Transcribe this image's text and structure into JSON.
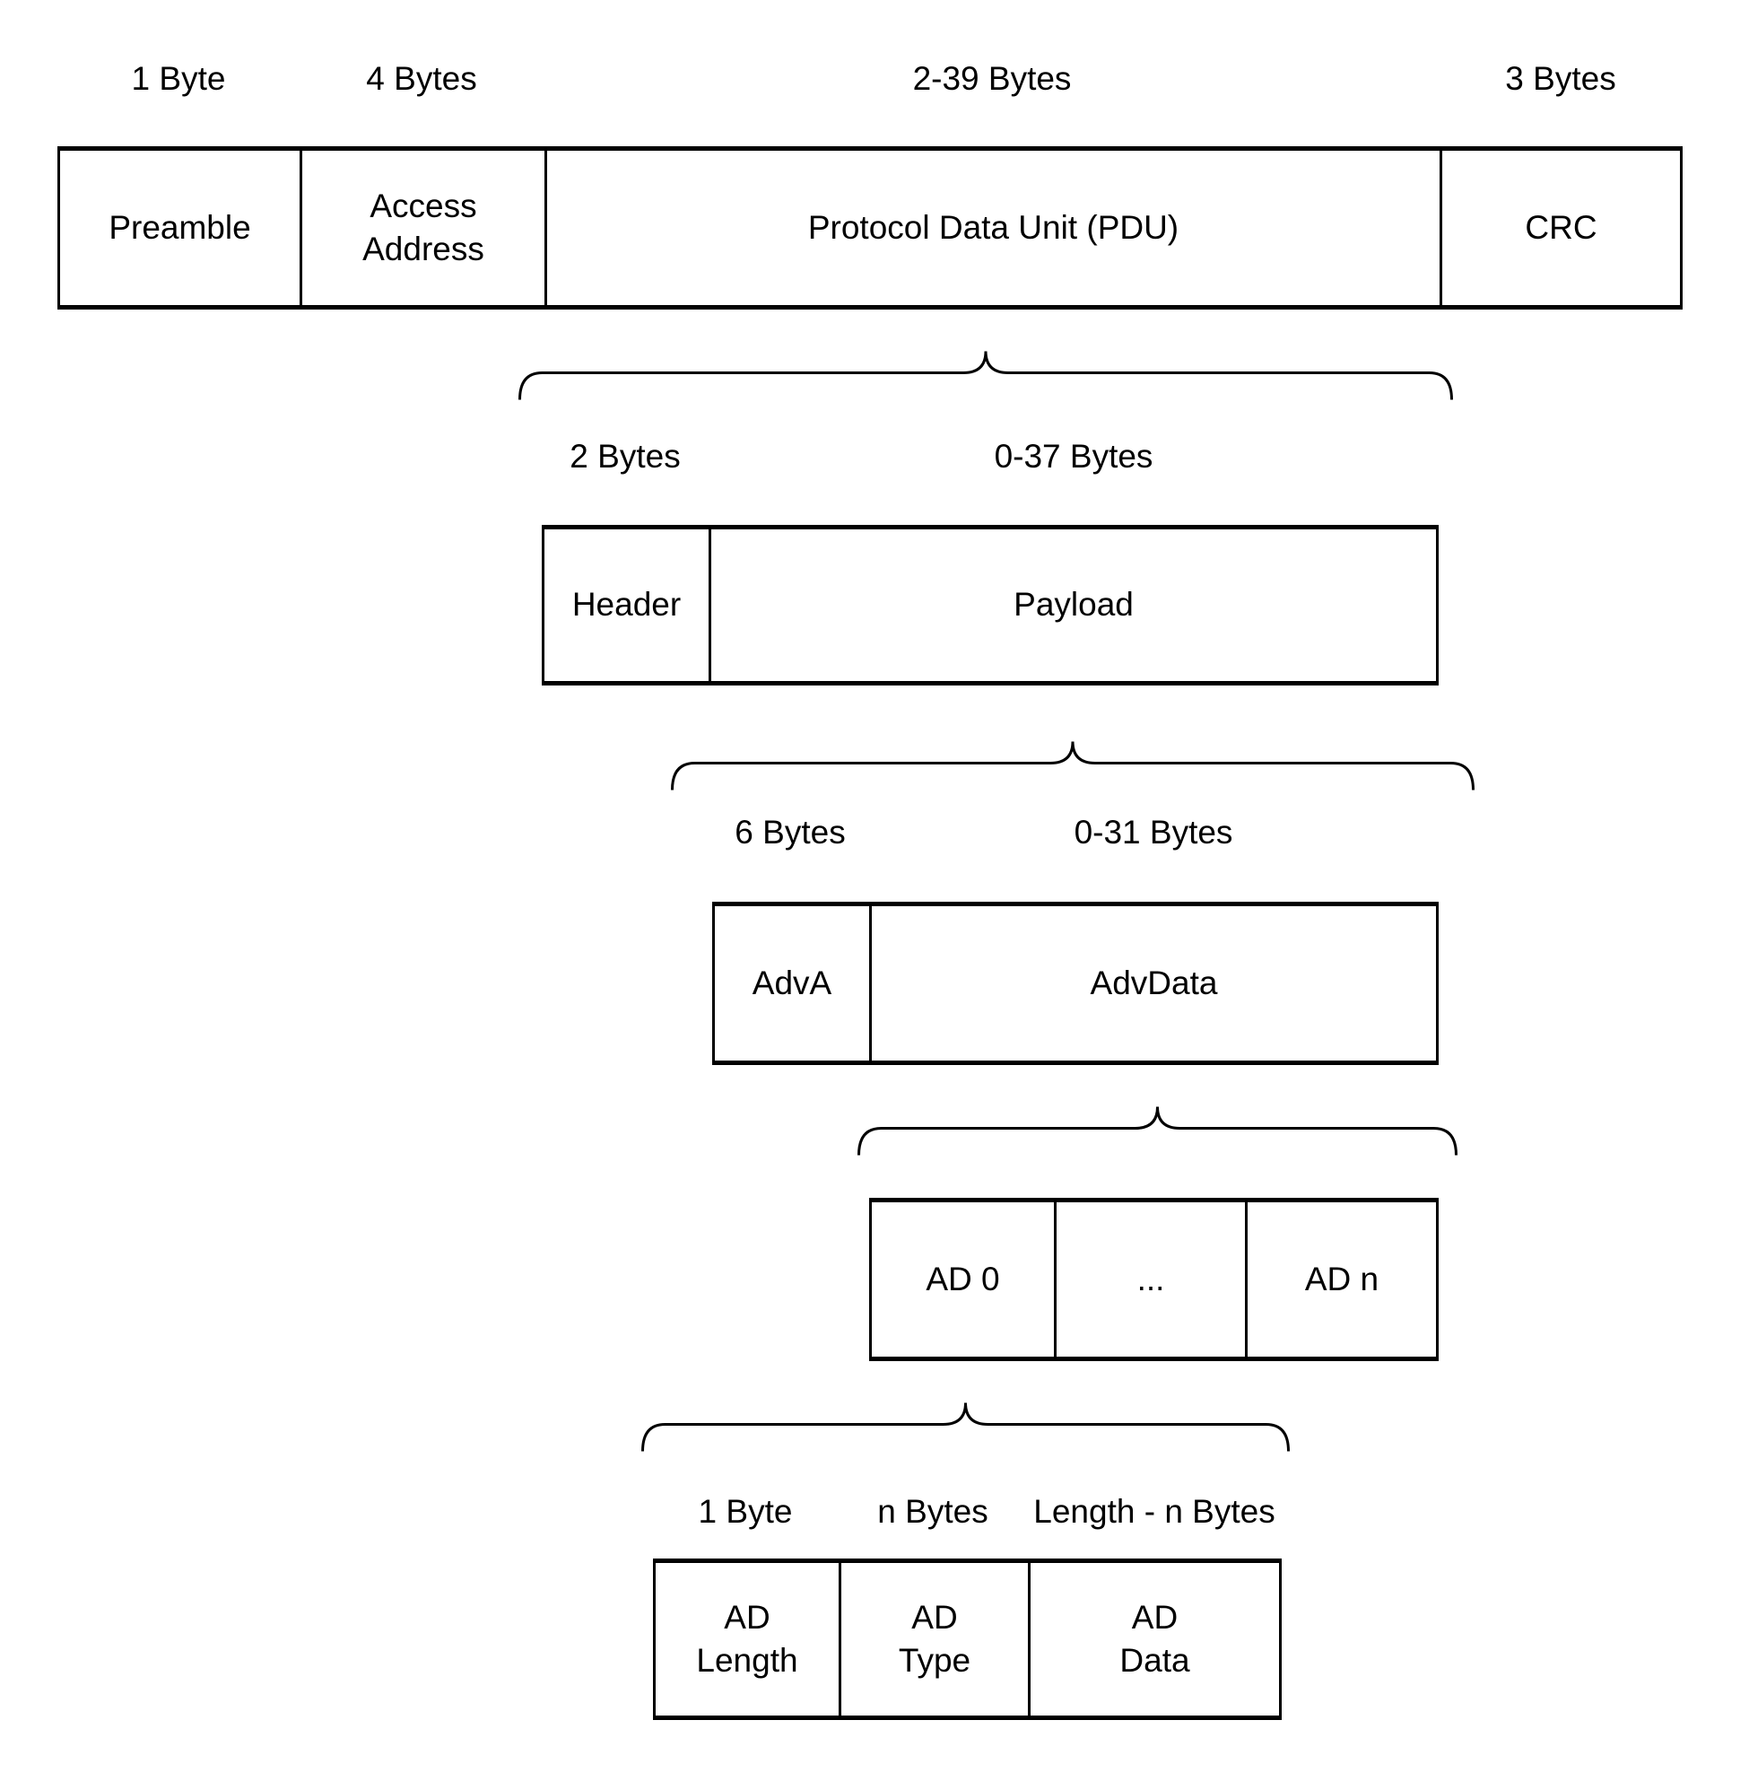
{
  "diagram": {
    "title_semantics": "BLE advertising packet structure breakdown",
    "colors": {
      "background": "#ffffff",
      "line": "#000000",
      "text": "#000000"
    },
    "packet_row": {
      "size_labels": [
        "1 Byte",
        "4 Bytes",
        "2-39 Bytes",
        "3 Bytes"
      ],
      "cells": [
        "Preamble",
        "Access\nAddress",
        "Protocol Data Unit (PDU)",
        "CRC"
      ]
    },
    "pdu_row": {
      "size_labels": [
        "2 Bytes",
        "0-37 Bytes"
      ],
      "cells": [
        "Header",
        "Payload"
      ]
    },
    "payload_row": {
      "size_labels": [
        "6 Bytes",
        "0-31 Bytes"
      ],
      "cells": [
        "AdvA",
        "AdvData"
      ]
    },
    "advdata_row": {
      "size_labels": [],
      "cells": [
        "AD 0",
        "...",
        "AD n"
      ]
    },
    "ad_structure_row": {
      "size_labels": [
        "1 Byte",
        "n Bytes",
        "Length - n Bytes"
      ],
      "cells": [
        "AD\nLength",
        "AD\nType",
        "AD\nData"
      ]
    }
  }
}
